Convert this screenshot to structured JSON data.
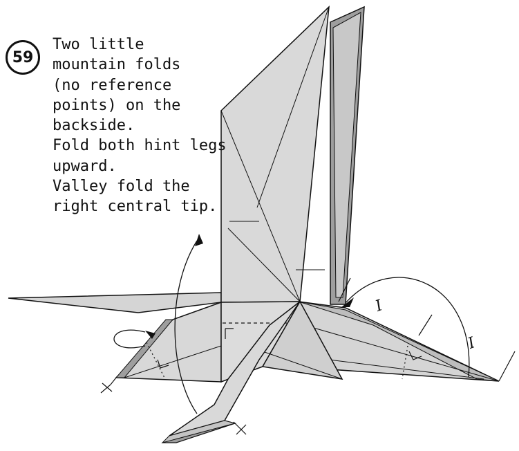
{
  "step_number": "59",
  "instructions": [
    "Two little",
    "mountain folds",
    "(no reference",
    "points) on the",
    "backside.",
    "Fold both hint legs",
    "upward.",
    "Valley fold the",
    "right central tip."
  ],
  "marks": {
    "repeat_a": "I",
    "repeat_b": "I"
  },
  "colors": {
    "paper_light": "#d9d9d9",
    "paper_dark": "#9a9a9a",
    "paper_mid": "#bdbdbd",
    "line": "#111111"
  }
}
